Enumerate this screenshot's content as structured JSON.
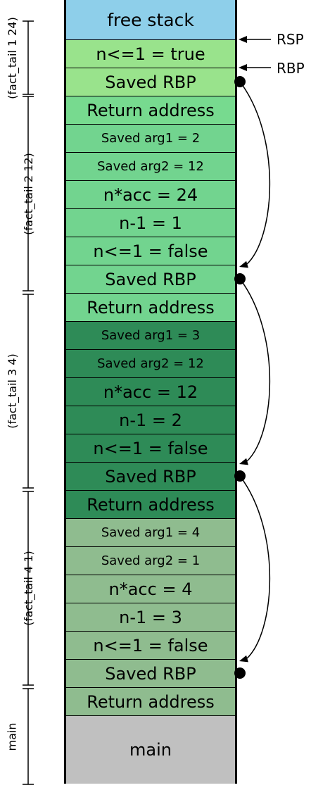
{
  "stack": [
    {
      "label": "free stack",
      "color": "#8ecfea"
    },
    {
      "label": "n<=1 = true",
      "color": "#99e38c"
    },
    {
      "label": "Saved RBP",
      "color": "#99e38c"
    },
    {
      "label": "Return address",
      "color": "#77da8f"
    },
    {
      "label": "Saved arg1 = 2",
      "color": "#72d48f"
    },
    {
      "label": "Saved arg2 = 12",
      "color": "#72d48f"
    },
    {
      "label": "n*acc = 24",
      "color": "#72d48f"
    },
    {
      "label": "n-1 = 1",
      "color": "#72d48f"
    },
    {
      "label": "n<=1 = false",
      "color": "#72d48f"
    },
    {
      "label": "Saved RBP",
      "color": "#72d48f"
    },
    {
      "label": "Return address",
      "color": "#72d48f"
    },
    {
      "label": "Saved arg1 = 3",
      "color": "#2e8b57"
    },
    {
      "label": "Saved arg2 = 12",
      "color": "#2e8b57"
    },
    {
      "label": "n*acc = 12",
      "color": "#2e8b57"
    },
    {
      "label": "n-1 = 2",
      "color": "#2e8b57"
    },
    {
      "label": "n<=1 = false",
      "color": "#2e8b57"
    },
    {
      "label": "Saved RBP",
      "color": "#2e8b57"
    },
    {
      "label": "Return address",
      "color": "#2e8b57"
    },
    {
      "label": "Saved arg1 = 4",
      "color": "#8fbc8f"
    },
    {
      "label": "Saved arg2 = 1",
      "color": "#8fbc8f"
    },
    {
      "label": "n*acc = 4",
      "color": "#8fbc8f"
    },
    {
      "label": "n-1 = 3",
      "color": "#8fbc8f"
    },
    {
      "label": "n<=1 = false",
      "color": "#8fbc8f"
    },
    {
      "label": "Saved RBP",
      "color": "#8fbc8f"
    },
    {
      "label": "Return address",
      "color": "#8fbc8f"
    },
    {
      "label": "main",
      "color": "#c0c0c0"
    }
  ],
  "frames": [
    {
      "label": "(fact_tail 1 24)"
    },
    {
      "label": "(fact_tail 2 12)"
    },
    {
      "label": "(fact_tail 3 4)"
    },
    {
      "label": "(fact_tail 4 1)"
    },
    {
      "label": "main"
    }
  ],
  "pointers": {
    "rsp": "RSP",
    "rbp": "RBP"
  }
}
